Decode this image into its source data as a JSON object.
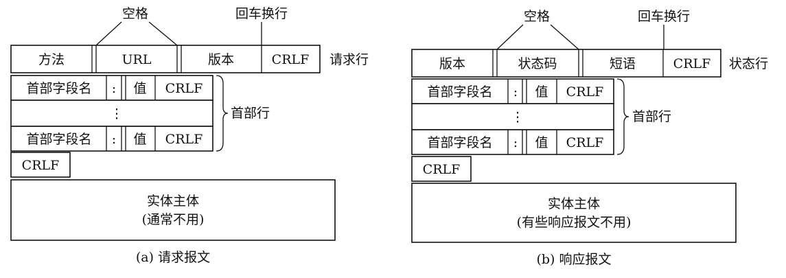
{
  "request": {
    "annotations": {
      "space": "空格",
      "crlf": "回车换行"
    },
    "line": {
      "method": "方法",
      "url": "URL",
      "version": "版本",
      "crlf": "CRLF"
    },
    "line_label": "请求行",
    "header_rows": [
      {
        "field": "首部字段名",
        "colon": ":",
        "value": "值",
        "crlf": "CRLF"
      },
      {
        "dots": "⋮"
      },
      {
        "field": "首部字段名",
        "colon": ":",
        "value": "值",
        "crlf": "CRLF"
      }
    ],
    "header_label": "首部行",
    "blank_crlf": "CRLF",
    "body": {
      "title": "实体主体",
      "note": "(通常不用)"
    },
    "caption": "(a) 请求报文"
  },
  "response": {
    "annotations": {
      "space": "空格",
      "crlf": "回车换行"
    },
    "line": {
      "version": "版本",
      "status": "状态码",
      "phrase": "短语",
      "crlf": "CRLF"
    },
    "line_label": "状态行",
    "header_rows": [
      {
        "field": "首部字段名",
        "colon": ":",
        "value": "值",
        "crlf": "CRLF"
      },
      {
        "dots": "⋮"
      },
      {
        "field": "首部字段名",
        "colon": ":",
        "value": "值",
        "crlf": "CRLF"
      }
    ],
    "header_label": "首部行",
    "blank_crlf": "CRLF",
    "body": {
      "title": "实体主体",
      "note": "(有些响应报文不用)"
    },
    "caption": "(b) 响应报文"
  }
}
